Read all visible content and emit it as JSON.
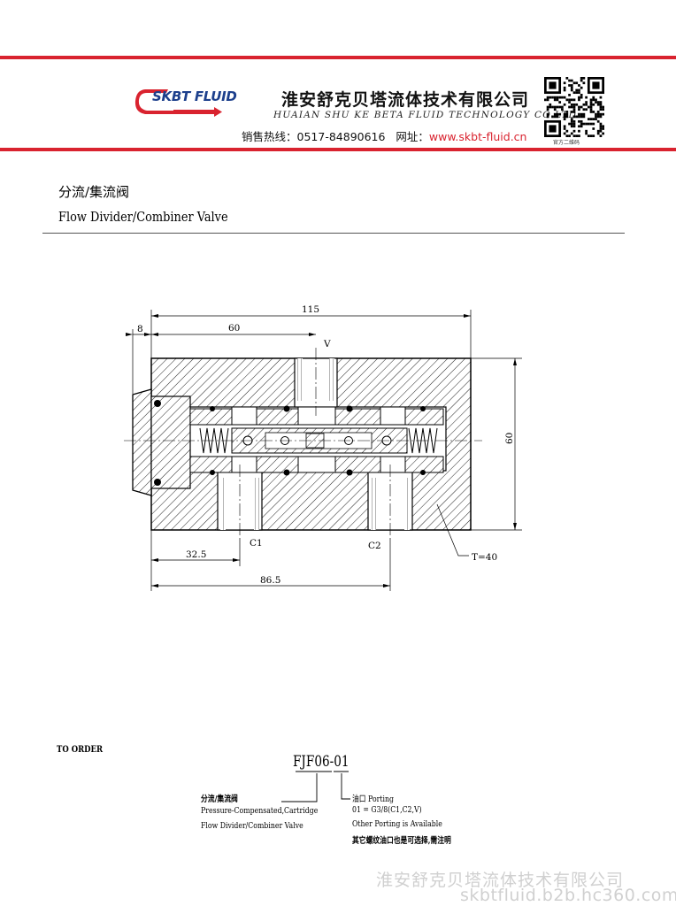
{
  "header": {
    "logo_text": "SKBT FLUID",
    "company_cn": "淮安舒克贝塔流体技术有限公司",
    "company_en": "HUAIAN SHU KE BETA FLUID TECHNOLOGY CO.LTD",
    "hotline_label": "销售热线：",
    "hotline": "0517-84890616",
    "website_label": "网址：",
    "website": "www.skbt-fluid.cn",
    "qr_caption": "官方二维码",
    "accent_color": "#d9232f"
  },
  "title": {
    "cn": "分流/集流阀",
    "en": "Flow Divider/Combiner Valve"
  },
  "drawing": {
    "dims": {
      "overall_length": "115",
      "left_offset": "8",
      "port_v_pos": "60",
      "height": "60",
      "c1_pos": "32.5",
      "c2_pos": "86.5",
      "thickness": "T=40"
    },
    "ports": {
      "v": "V",
      "c1": "C1",
      "c2": "C2"
    }
  },
  "order": {
    "heading": "TO ORDER",
    "model": "FJF06-01",
    "left_notes": [
      "分流/集流阀",
      "Pressure-Compensated,Cartridge",
      "Flow Divider/Combiner Valve"
    ],
    "right_notes": [
      "油口 Porting",
      "01 = G3/8(C1,C2,V)",
      "Other Porting is Available",
      "其它螺纹油口也是可选择,需注明"
    ]
  },
  "watermark": {
    "line1": "淮安舒克贝塔流体技术有限公司",
    "line2": "skbtfluid.b2b.hc360.com"
  }
}
